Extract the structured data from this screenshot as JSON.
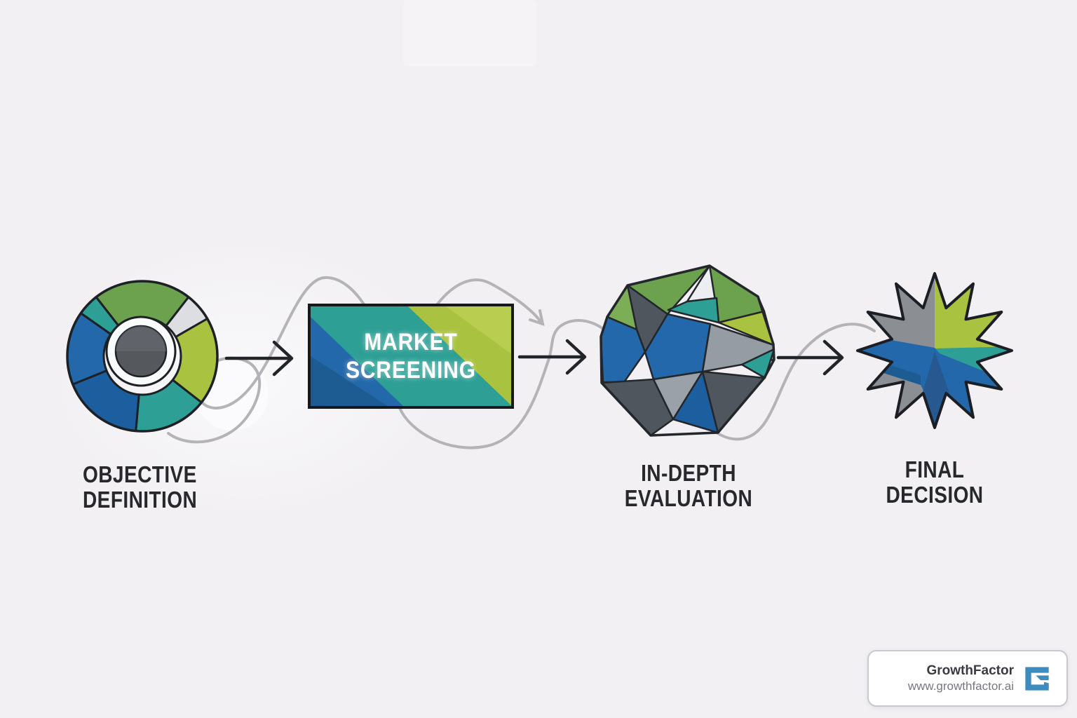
{
  "flow": {
    "steps": [
      {
        "name": "objective-definition",
        "lines": [
          "OBJECTIVE",
          "DEFINITION"
        ],
        "icon": "aperture-circle-icon"
      },
      {
        "name": "market-screening",
        "lines": [
          "MARKET",
          "SCREENING"
        ],
        "icon": "gradient-rectangle-icon"
      },
      {
        "name": "in-depth-evaluation",
        "lines": [
          "IN-DEPTH",
          "EVALUATION"
        ],
        "icon": "polyhedron-icon"
      },
      {
        "name": "final-decision",
        "lines": [
          "FINAL",
          "DECISION"
        ],
        "icon": "starburst-icon"
      }
    ]
  },
  "watermark": {
    "brand": "GrowthFactor",
    "website": "www.growthfactor.ai",
    "logo": "g-logo"
  },
  "palette": {
    "background": "#f2f0f3",
    "green": "#6ca24d",
    "greenLight": "#7cae58",
    "lime": "#a9c23f",
    "limeLight": "#b9cd51",
    "teal": "#2d9f95",
    "blue": "#2368aa",
    "blueDark": "#1d5f9e",
    "navy": "#27588f",
    "navyDeep": "#1d5b93",
    "grayDark": "#50565d",
    "gray": "#8b8f94",
    "grayLight": "#9aa1a8",
    "grayMid": "#959ca4",
    "offWhite": "#dcdee2",
    "faceWhite": "#eceef1",
    "ink": "#1d2025",
    "arrow": "#212428",
    "squiggle": "#b4b4b8",
    "ringWhite": "#fafbfc",
    "hubGray": "#55585d",
    "logoBlue": "#3e8cbe",
    "labelColor": "#26282c"
  }
}
